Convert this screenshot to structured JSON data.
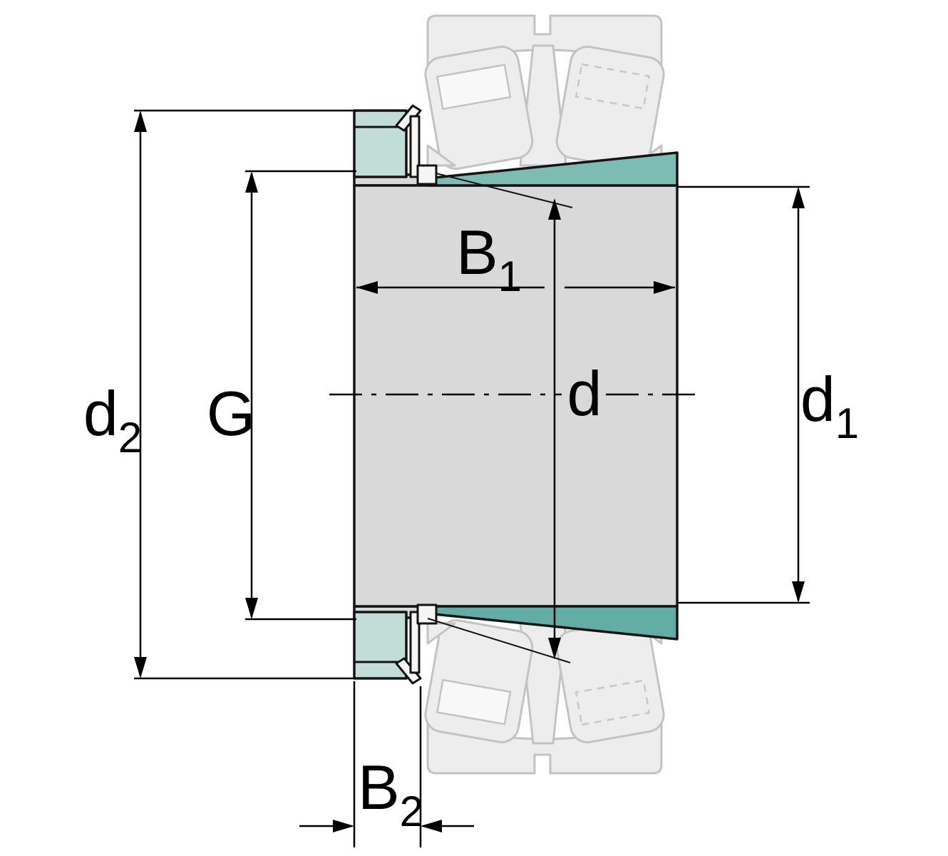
{
  "drawing": {
    "title": "Adapter sleeve with lock nut and lock washer - cross-section dimension drawing",
    "dimension_labels": {
      "d2": {
        "base": "d",
        "sub": "2"
      },
      "g": {
        "base": "G",
        "sub": ""
      },
      "b1": {
        "base": "B",
        "sub": "1"
      },
      "d": {
        "base": "d",
        "sub": ""
      },
      "d1": {
        "base": "d",
        "sub": "1"
      },
      "b2": {
        "base": "B",
        "sub": "2"
      }
    },
    "colors": {
      "background": "#ffffff",
      "sleeve_grey": "#d9d9d9",
      "taper_teal_top": "#7cbcb3",
      "taper_teal_bottom": "#63aea4",
      "lock_nut_teal": "#c2dcd7",
      "outline_black": "#141414",
      "ghost_fill": "#ededed",
      "ghost_stroke": "#c3c3c3"
    }
  }
}
